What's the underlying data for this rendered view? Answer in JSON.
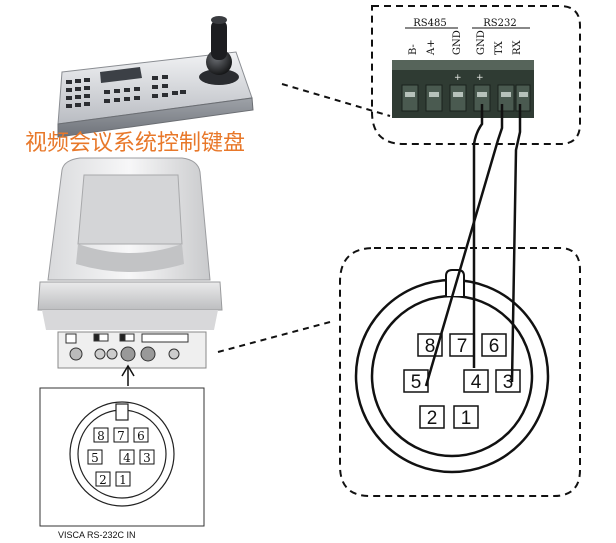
{
  "keyboard": {
    "caption": "视频会议系统控制键盘",
    "caption_color": "#e8782a"
  },
  "terminal": {
    "group_rs485": "RS485",
    "group_rs232": "RS232",
    "pins": [
      "B-",
      "A+",
      "GND",
      "GND",
      "TX",
      "RX"
    ]
  },
  "din_large": {
    "pins": [
      "8",
      "7",
      "6",
      "5",
      "4",
      "3",
      "2",
      "1"
    ]
  },
  "din_small": {
    "pins": [
      "8",
      "7",
      "6",
      "5",
      "4",
      "3",
      "2",
      "1"
    ],
    "caption": "VISCA RS-232C IN"
  },
  "colors": {
    "terminal_body": "#2f3b33",
    "terminal_face": "#4a5a50",
    "line": "#111111"
  }
}
